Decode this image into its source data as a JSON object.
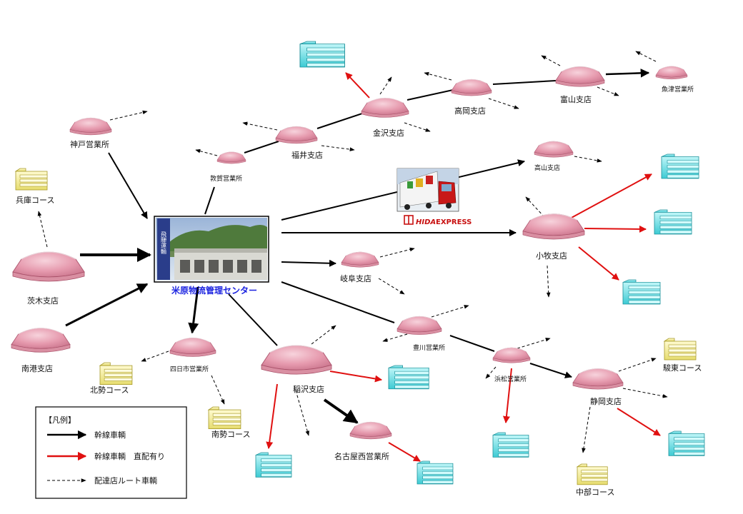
{
  "center": {
    "name": "米原物流管理センター",
    "sign_text": "飛騨運輸"
  },
  "truck_brand": "EXPRESS",
  "truck_brand_prefix": "HIDA",
  "nodes": {
    "kobe": "神戸営業所",
    "ibaraki": "茨木支店",
    "nanko": "南港支店",
    "tsuruga": "敦賀営業所",
    "fukui": "福井支店",
    "kanazawa": "金沢支店",
    "takaoka": "高岡支店",
    "toyama": "富山支店",
    "uozu": "魚津営業所",
    "takayama": "高山支店",
    "komaki": "小牧支店",
    "gifu": "岐阜支店",
    "toyokawa": "豊川営業所",
    "hamamatsu": "浜松営業所",
    "shizuoka": "静岡支店",
    "yokkaichi": "四日市営業所",
    "inazawa": "稲沢支店",
    "nagoya_nishi": "名古屋西営業所"
  },
  "courses": {
    "hyogo": "兵庫コース",
    "hokusei": "北勢コース",
    "nansei": "南勢コース",
    "sunto": "駿東コース",
    "chubu": "中部コース"
  },
  "legend": {
    "title": "【凡例】",
    "items": [
      {
        "label": "幹線車輌",
        "color": "#000000"
      },
      {
        "label": "幹線車輌　直配有り",
        "color": "#e01010"
      },
      {
        "label": "配達店ルート車輌",
        "color": "#000000"
      }
    ]
  },
  "colors": {
    "trunk": "#000000",
    "direct": "#e01010",
    "building_pink": "#e69aae",
    "customer_cyan": "#66e0e6",
    "course_yellow": "#f4ee9a",
    "center_label": "#1a22e0"
  }
}
